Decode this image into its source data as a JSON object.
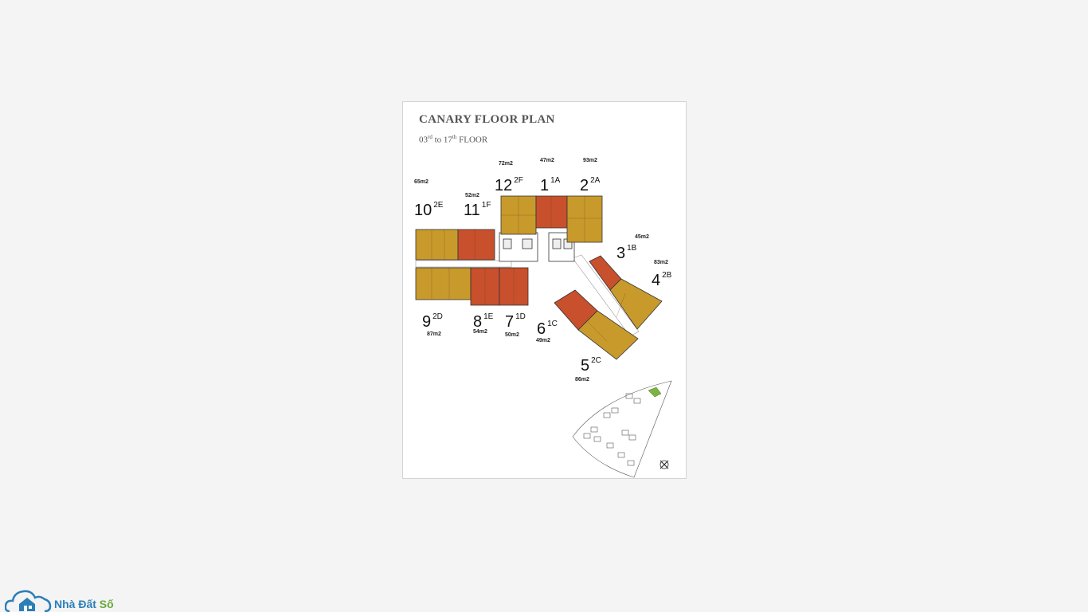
{
  "document": {
    "title": "CANARY FLOOR PLAN",
    "subtitle_prefix": "03",
    "subtitle_sup1": "rd",
    "subtitle_mid": " to 17",
    "subtitle_sup2": "th",
    "subtitle_suffix": " FLOOR"
  },
  "units": [
    {
      "number": "12",
      "code": "2F",
      "area": "72m2"
    },
    {
      "number": "1",
      "code": "1A",
      "area": "47m2"
    },
    {
      "number": "2",
      "code": "2A",
      "area": "93m2"
    },
    {
      "number": "3",
      "code": "1B",
      "area": "45m2"
    },
    {
      "number": "4",
      "code": "2B",
      "area": "83m2"
    },
    {
      "number": "5",
      "code": "2C",
      "area": "86m2"
    },
    {
      "number": "6",
      "code": "1C",
      "area": "49m2"
    },
    {
      "number": "7",
      "code": "1D",
      "area": "50m2"
    },
    {
      "number": "8",
      "code": "1E",
      "area": "54m2"
    },
    {
      "number": "9",
      "code": "2D",
      "area": "87m2"
    },
    {
      "number": "10",
      "code": "2E",
      "area": "65m2"
    },
    {
      "number": "11",
      "code": "1F",
      "area": "52m2"
    }
  ],
  "colors": {
    "two_bedroom": "#c89a2c",
    "one_bedroom": "#c8502c",
    "highlight": "#7cb342"
  },
  "logo": {
    "text_a": "Nhà Đất",
    "text_b": " Số"
  }
}
